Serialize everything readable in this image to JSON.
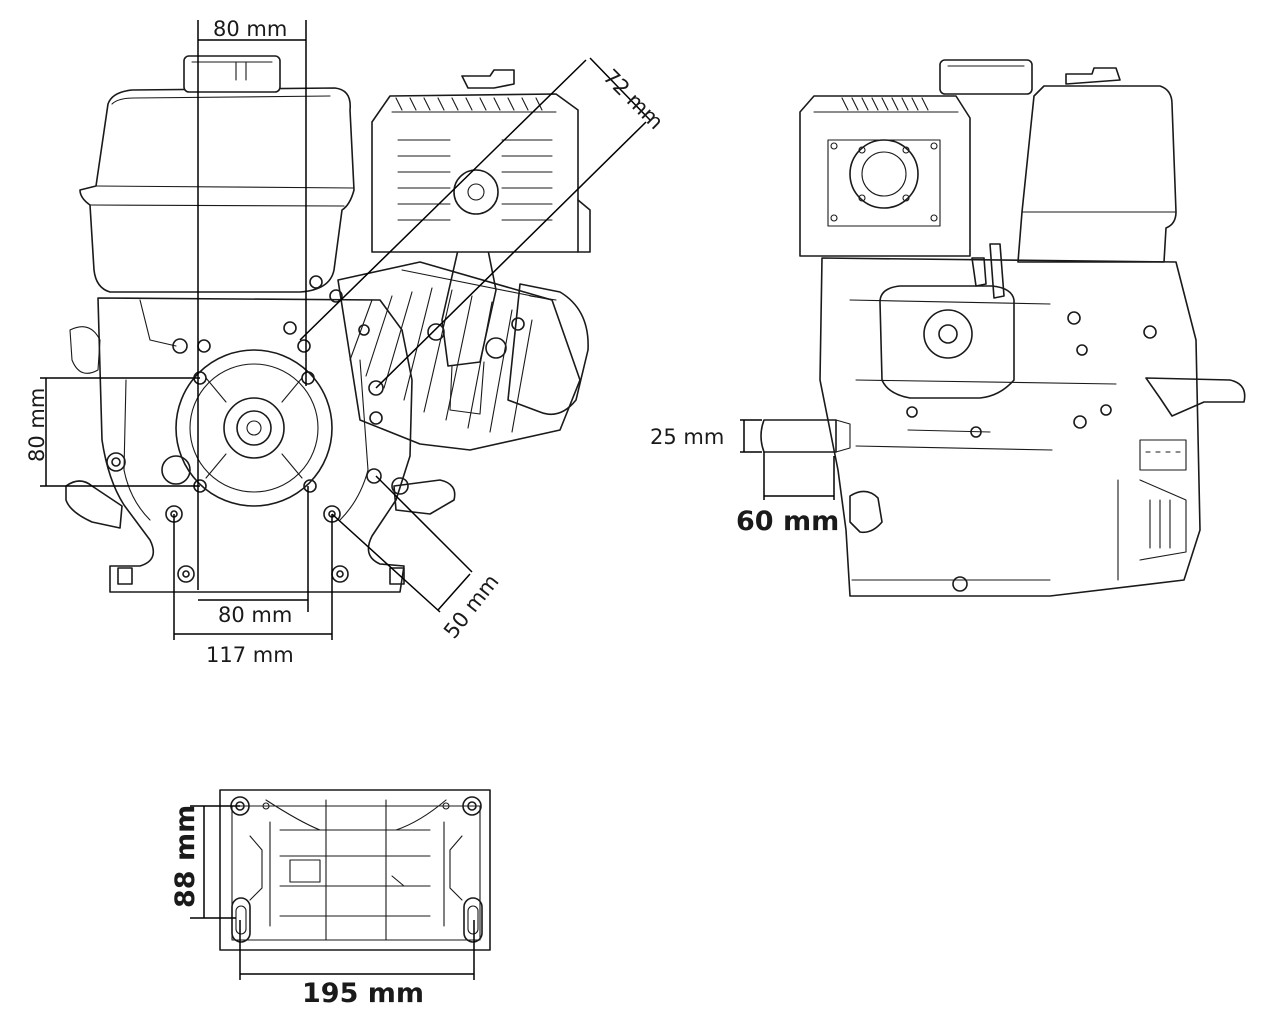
{
  "dimensions": {
    "front_top_hole_spacing": "80 mm",
    "front_diagonal": "72 mm",
    "front_vertical_left": "80 mm",
    "front_bottom_hole_spacing": "80 mm",
    "front_base_width": "117 mm",
    "front_diagonal_bottom": "50 mm",
    "shaft_diameter": "25 mm",
    "shaft_length": "60 mm",
    "base_depth": "88 mm",
    "base_width": "195 mm"
  }
}
